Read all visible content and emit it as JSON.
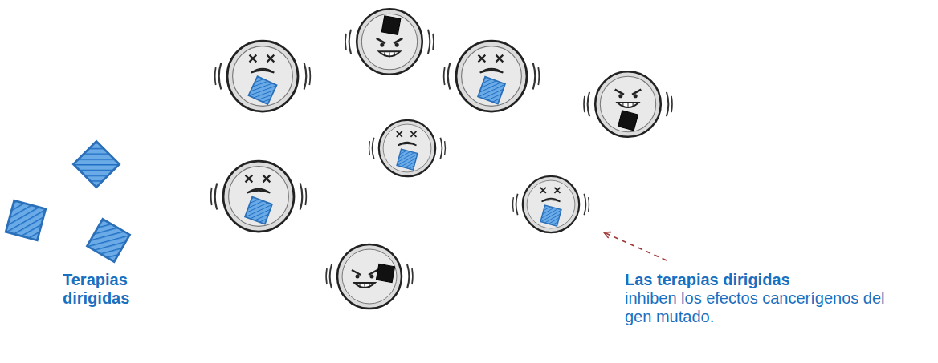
{
  "diagram": {
    "labels": [
      "Terapias dirigidas",
      "Las terapias dirigidas",
      "inhiben los efectos cancerígenos del gen mutado."
    ]
  }
}
